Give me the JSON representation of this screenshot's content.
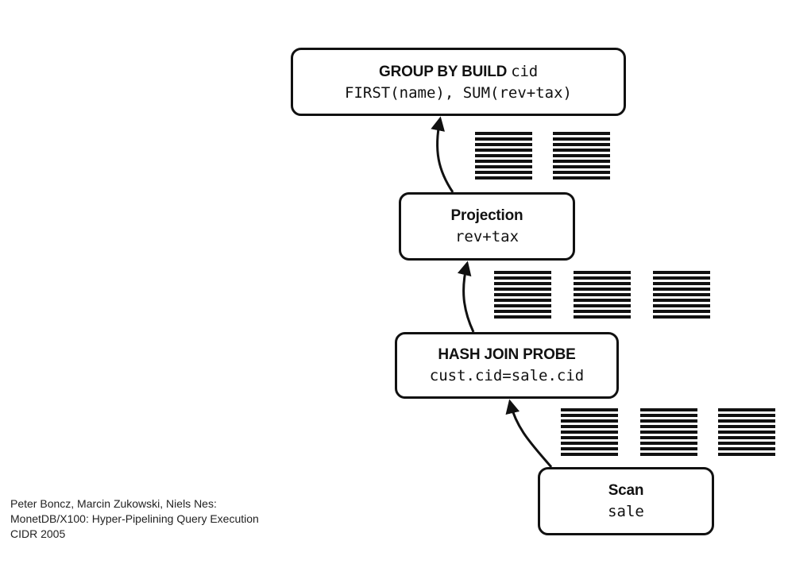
{
  "nodes": {
    "group_by": {
      "title": "GROUP BY BUILD",
      "title_code": "cid",
      "detail": "FIRST(name), SUM(rev+tax)"
    },
    "projection": {
      "title": "Projection",
      "detail": "rev+tax"
    },
    "hash_join": {
      "title": "HASH JOIN PROBE",
      "detail": "cust.cid=sale.cid"
    },
    "scan": {
      "title": "Scan",
      "detail": "sale"
    }
  },
  "edges": [
    {
      "from": "scan",
      "to": "hash_join",
      "vector_batches": 3
    },
    {
      "from": "hash_join",
      "to": "projection",
      "vector_batches": 3
    },
    {
      "from": "projection",
      "to": "group_by",
      "vector_batches": 2
    }
  ],
  "citation": {
    "authors": "Peter Boncz, Marcin Zukowski, Niels Nes:",
    "paper_title": "MonetDB/X100: Hyper-Pipelining Query Execution",
    "venue": "CIDR 2005"
  },
  "colors": {
    "stroke": "#111111",
    "background": "#ffffff"
  }
}
